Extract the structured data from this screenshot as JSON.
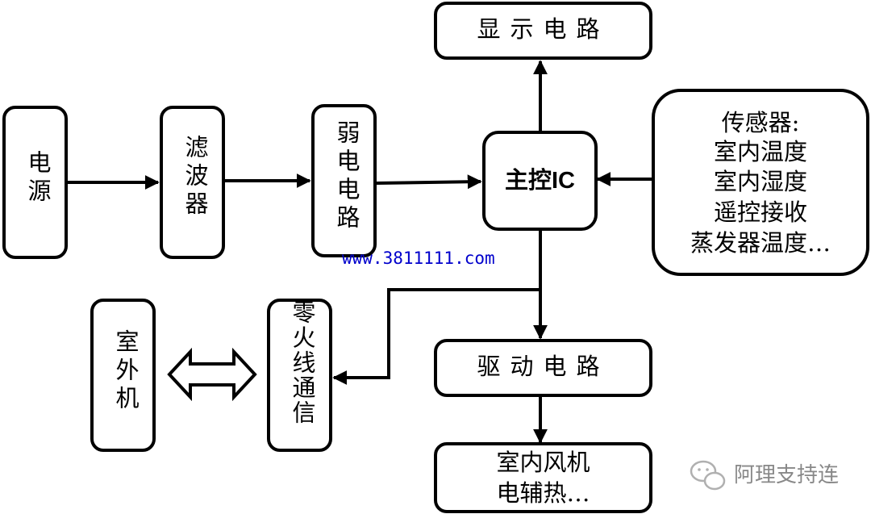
{
  "nodes": {
    "power": "电源",
    "filter": "滤波器",
    "weak_circuit": "弱电电路",
    "main_ic": "主控IC",
    "display": "显示电路",
    "driver": "驱动电路",
    "sensors": {
      "title": "传感器:",
      "items": [
        "室内温度",
        "室内湿度",
        "遥控接收",
        "蒸发器温度…"
      ]
    },
    "outputs": [
      "室内风机",
      "电辅热…"
    ],
    "outdoor_unit": "室外机",
    "neutral_comm": "零火线通信"
  },
  "watermark": "www.3811111.com",
  "watermark_color": "#0000cc",
  "brand": "阿理支持连",
  "brand_icon": "chat-bubble-icon"
}
